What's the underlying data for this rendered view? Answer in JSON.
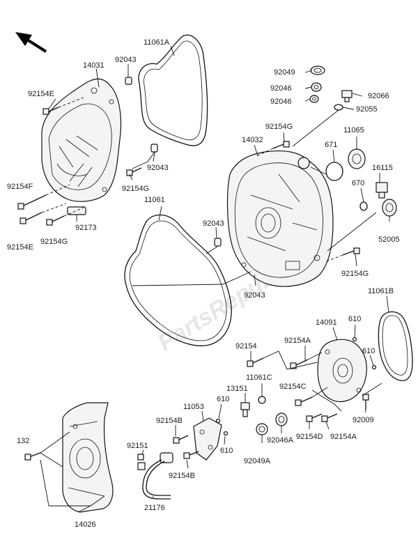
{
  "watermark": "PartsRepublik",
  "direction_indicator": "arrow-up-left-icon",
  "parts": {
    "p11061A": "11061A",
    "p14031": "14031",
    "p92043_a": "92043",
    "p92154E_a": "92154E",
    "p92043_b": "92043",
    "p92154G_a": "92154G",
    "p92154F": "92154F",
    "p92173": "92173",
    "p92154E_b": "92154E",
    "p92154G_b": "92154G",
    "p11061": "11061",
    "p92049": "92049",
    "p92046_a": "92046",
    "p92046_b": "92046",
    "p92066": "92066",
    "p92055": "92055",
    "p92154G_c": "92154G",
    "p14032": "14032",
    "p671": "671",
    "p11065": "11065",
    "p16115": "16115",
    "p670": "670",
    "p52005": "52005",
    "p92043_c": "92043",
    "p92154G_d": "92154G",
    "p92043_d": "92043",
    "p11061B": "11061B",
    "p14091": "14091",
    "p610_a": "610",
    "p92154": "92154",
    "p92154A_a": "92154A",
    "p610_b": "610",
    "p11061C": "11061C",
    "p13151": "13151",
    "p92154C": "92154C",
    "p11053": "11053",
    "p610_c": "610",
    "p92154B_a": "92154B",
    "p92009": "92009",
    "p132": "132",
    "p92151": "92151",
    "p610_d": "610",
    "p92046A": "92046A",
    "p92154D": "92154D",
    "p92154A_b": "92154A",
    "p92049A": "92049A",
    "p92154B_b": "92154B",
    "p21176": "21176",
    "p14026": "14026"
  }
}
